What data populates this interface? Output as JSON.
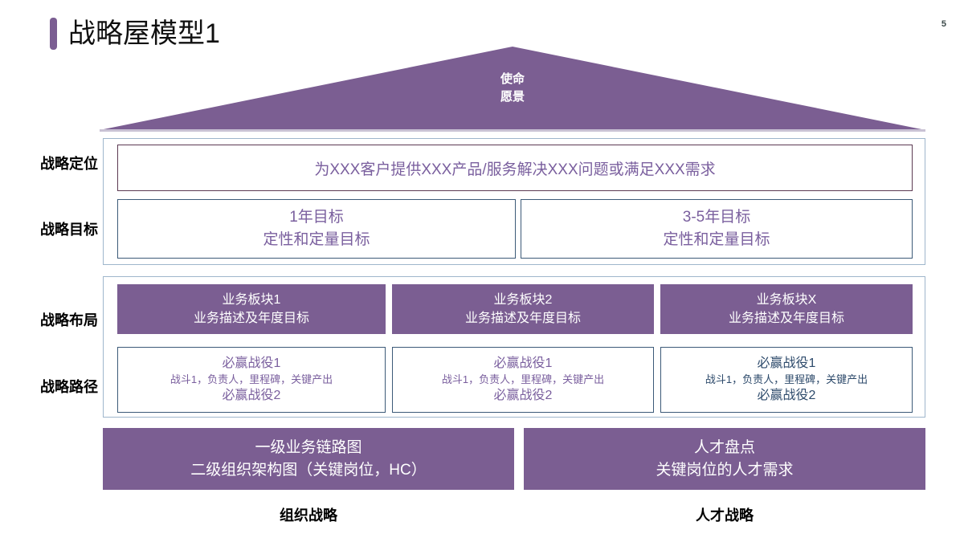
{
  "slide": {
    "title": "战略屋模型1",
    "page_number": "5",
    "accent_color": "#7B5E92",
    "purple_text_color": "#7A5F9E",
    "navy_text_color": "#2D4A6B"
  },
  "roof": {
    "line1": "使命",
    "line2": "愿景"
  },
  "row_labels": {
    "positioning": "战略定位",
    "goals": "战略目标",
    "layout": "战略布局",
    "path": "战略路径"
  },
  "positioning": {
    "text": "为XXX客户提供XXX产品/服务解决XXX问题或满足XXX需求"
  },
  "goals": [
    {
      "line1": "1年目标",
      "line2": "定性和定量目标"
    },
    {
      "line1": "3-5年目标",
      "line2": "定性和定量目标"
    }
  ],
  "segments": [
    {
      "line1": "业务板块1",
      "line2": "业务描述及年度目标"
    },
    {
      "line1": "业务板块2",
      "line2": "业务描述及年度目标"
    },
    {
      "line1": "业务板块X",
      "line2": "业务描述及年度目标"
    }
  ],
  "paths": [
    {
      "line1": "必赢战役1",
      "line2": "战斗1，负责人，里程碑，关键产出",
      "line3": "必赢战役2",
      "color": "purple"
    },
    {
      "line1": "必赢战役1",
      "line2": "战斗1，负责人，里程碑，关键产出",
      "line3": "必赢战役2",
      "color": "purple"
    },
    {
      "line1": "必赢战役1",
      "line2": "战斗1，负责人，里程碑，关键产出",
      "line3": "必赢战役2",
      "color": "navy"
    }
  ],
  "foundations": [
    {
      "line1": "一级业务链路图",
      "line2": "二级组织架构图（关键岗位，HC）",
      "caption": "组织战略"
    },
    {
      "line1": "人才盘点",
      "line2": "关键岗位的人才需求",
      "caption": "人才战略"
    }
  ]
}
